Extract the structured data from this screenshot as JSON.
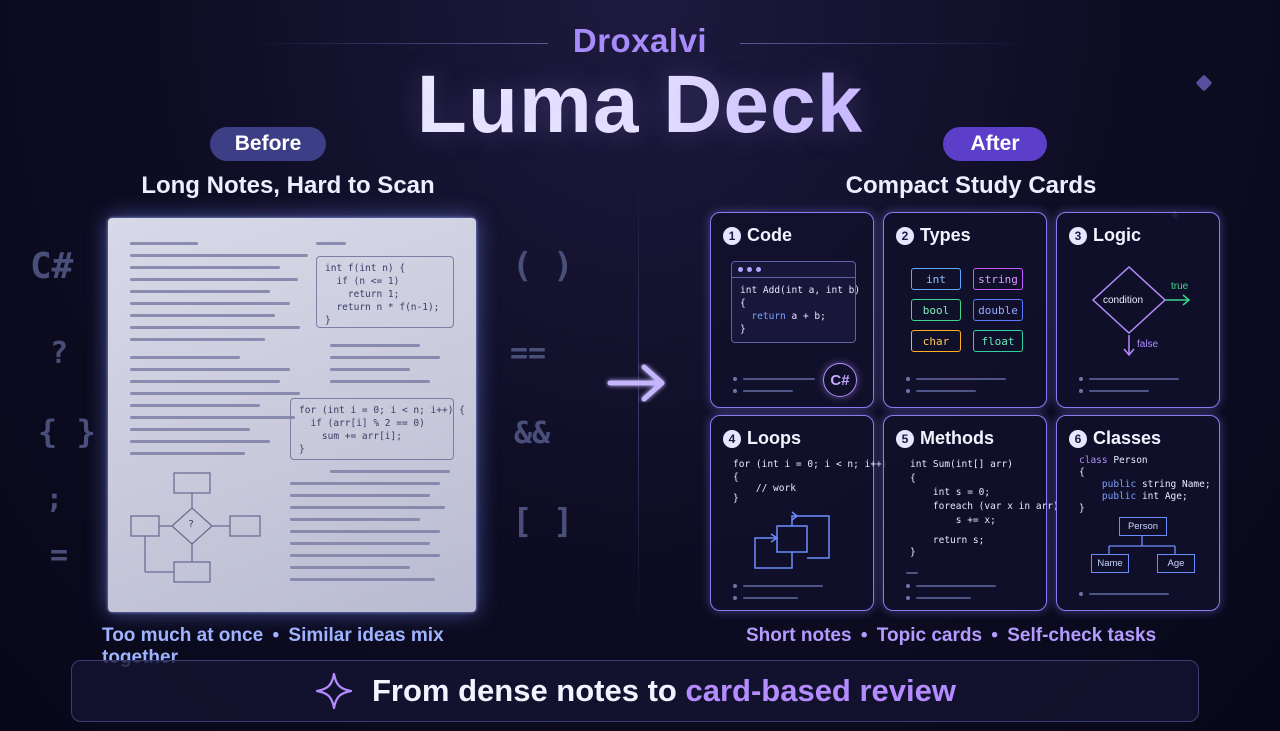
{
  "header": {
    "brand": "Droxalvi",
    "title": "Luma Deck"
  },
  "before": {
    "pill": "Before",
    "subtitle": "Long Notes, Hard to Scan",
    "code_top": "int f(int n) {\n  if (n <= 1)\n    return 1;\n  return n * f(n-1);\n}",
    "code_loop": "for (int i = 0; i < n; i++) {\n  if (arr[i] % 2 == 0)\n    sum += arr[i];\n}",
    "flow_q": "?",
    "caption_a": "Too much at once",
    "caption_sep": "•",
    "caption_b": "Similar ideas mix together"
  },
  "side_symbols": {
    "left": [
      "C#",
      "?",
      "{ }",
      ";",
      "="
    ],
    "right": [
      "( )",
      "==",
      "&&",
      "[ ]"
    ]
  },
  "after": {
    "pill": "After",
    "subtitle": "Compact Study Cards",
    "caption_a": "Short notes",
    "caption_b": "Topic cards",
    "caption_c": "Self-check tasks",
    "caption_sep": "•"
  },
  "cards": {
    "code": {
      "num": "1",
      "title": "Code",
      "l1": "int Add(int a, int b)",
      "l2": "{",
      "l3_kw": "return",
      "l3_rest": " a + b;",
      "l4": "}",
      "badge": "C#"
    },
    "types": {
      "num": "2",
      "title": "Types",
      "chips": [
        "int",
        "string",
        "bool",
        "double",
        "char",
        "float"
      ]
    },
    "logic": {
      "num": "3",
      "title": "Logic",
      "condition": "condition",
      "true_label": "true",
      "false_label": "false"
    },
    "loops": {
      "num": "4",
      "title": "Loops",
      "l1": "for (int i = 0; i < n; i++)",
      "l2": "{",
      "l3": "    // work",
      "l4": "}"
    },
    "methods": {
      "num": "5",
      "title": "Methods",
      "l1": "int Sum(int[] arr)",
      "l2": "{",
      "l3": "    int s = 0;",
      "l4": "    foreach (var x in arr)",
      "l5": "        s += x;",
      "l6": "    return s;",
      "l7": "}"
    },
    "classes": {
      "num": "6",
      "title": "Classes",
      "l1_kw": "class",
      "l1_rest": " Person",
      "l2": "{",
      "l3_kw": "public",
      "l3_rest": " string Name;",
      "l4_kw": "public",
      "l4_rest": " int Age;",
      "l5": "}",
      "node_root": "Person",
      "node_a": "Name",
      "node_b": "Age"
    }
  },
  "banner": {
    "text_a": "From dense notes to ",
    "text_b": "card-based review"
  },
  "colors": {
    "accent": "#a78bfa",
    "card_border": "#8b7bf0",
    "chip_int": "#5fa8ff",
    "chip_string": "#c45cff",
    "chip_bool": "#3dd68c",
    "chip_double": "#5b7bff",
    "chip_char": "#ffb020",
    "chip_float": "#2ed3a0"
  }
}
